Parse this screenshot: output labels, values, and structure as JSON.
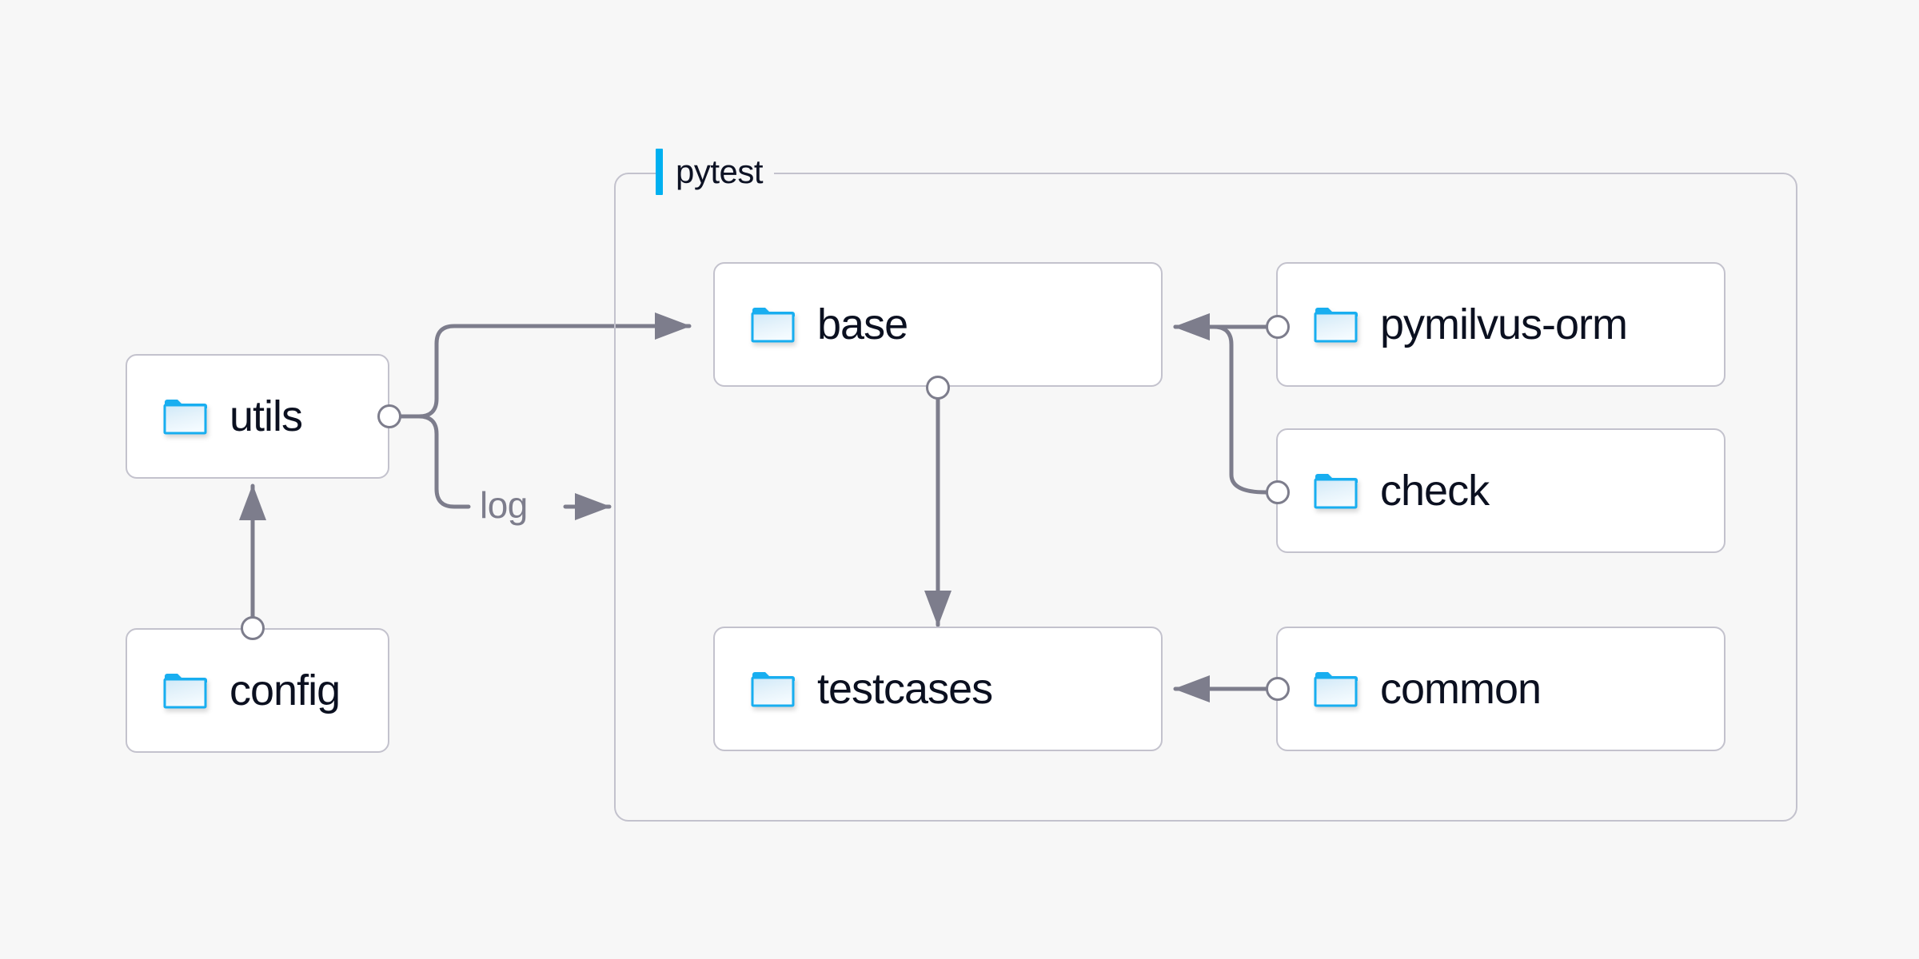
{
  "diagram": {
    "background_color": "#f7f7f7",
    "accent_color": "#00B0F0",
    "edge_color": "#7d7d8c",
    "border_color": "#c3c2cd",
    "node_fill": "#ffffff",
    "text_color": "#0b1020",
    "group": {
      "label": "pytest",
      "icon": "accent-bar"
    },
    "nodes": [
      {
        "id": "utils",
        "label": "utils",
        "icon": "folder-icon",
        "group": "none"
      },
      {
        "id": "config",
        "label": "config",
        "icon": "folder-icon",
        "group": "none"
      },
      {
        "id": "base",
        "label": "base",
        "icon": "folder-icon",
        "group": "pytest"
      },
      {
        "id": "testcases",
        "label": "testcases",
        "icon": "folder-icon",
        "group": "pytest"
      },
      {
        "id": "pymilvus-orm",
        "label": "pymilvus-orm",
        "icon": "folder-icon",
        "group": "pytest"
      },
      {
        "id": "check",
        "label": "check",
        "icon": "folder-icon",
        "group": "pytest"
      },
      {
        "id": "common",
        "label": "common",
        "icon": "folder-icon",
        "group": "pytest"
      }
    ],
    "edges": [
      {
        "from": "config",
        "to": "utils",
        "label": ""
      },
      {
        "from": "utils",
        "to": "base",
        "label": ""
      },
      {
        "from": "utils",
        "to": "pytest",
        "label": "log"
      },
      {
        "from": "base",
        "to": "testcases",
        "label": ""
      },
      {
        "from": "pymilvus-orm",
        "to": "base",
        "label": ""
      },
      {
        "from": "check",
        "to": "base",
        "label": ""
      },
      {
        "from": "common",
        "to": "testcases",
        "label": ""
      }
    ]
  }
}
